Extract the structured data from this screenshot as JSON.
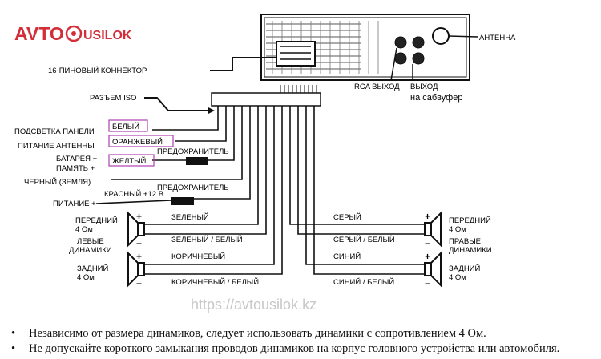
{
  "logo": {
    "part1": "AVTO",
    "part2": "USILOK"
  },
  "labels": {
    "antenna": "АНТЕННА",
    "connector16": "16-ПИНОВЫЙ КОННЕКТОР",
    "rca_out": "RCA ВЫХОД",
    "sub_out_line1": "ВЫХОД",
    "sub_out_line2": "на сабвуфер",
    "iso": "РАЗЪЕМ ISO",
    "panel_light": "ПОДСВЕТКА ПАНЕЛИ",
    "antenna_power": "ПИТАНИЕ АНТЕННЫ",
    "battery_line1": "БАТАРЕЯ +",
    "battery_line2": "ПАМЯТЬ +",
    "ground": "ЧЕРНЫЙ (ЗЕМЛЯ)",
    "power": "ПИТАНИЕ +",
    "fuse1": "ПРЕДОХРАНИТЕЛЬ",
    "fuse2": "ПРЕДОХРАНИТЕЛЬ",
    "red12": "КРАСНЫЙ +12 В"
  },
  "wire_colors": {
    "white": "БЕЛЫЙ",
    "orange": "ОРАНЖЕВЫЙ",
    "yellow": "ЖЕЛТЫЙ",
    "green": "ЗЕЛЕНЫЙ",
    "green_white": "ЗЕЛЕНЫЙ / БЕЛЫЙ",
    "brown": "КОРИЧНЕВЫЙ",
    "brown_white": "КОРИЧНЕВЫЙ / БЕЛЫЙ",
    "gray": "СЕРЫЙ",
    "gray_white": "СЕРЫЙ / БЕЛЫЙ",
    "blue": "СИНИЙ",
    "blue_white": "СИНИЙ / БЕЛЫЙ"
  },
  "speakers": {
    "left_front": [
      "ПЕРЕДНИЙ",
      "4 Ом"
    ],
    "left_group": [
      "ЛЕВЫЕ",
      "ДИНАМИКИ"
    ],
    "left_rear": [
      "ЗАДНИЙ",
      "4 Ом"
    ],
    "right_front": [
      "ПЕРЕДНИЙ",
      "4 Ом"
    ],
    "right_group": [
      "ПРАВЫЕ",
      "ДИНАМИКИ"
    ],
    "right_rear": [
      "ЗАДНИЙ",
      "4 Ом"
    ],
    "plus": "+",
    "minus": "−"
  },
  "watermark": "https://avtousilok.kz",
  "notes": [
    "Независимо от размера динамиков, следует использовать динамики с сопротивлением 4 Ом.",
    "Не допускайте короткого замыкания проводов динамиков на корпус головного устройства или автомобиля."
  ],
  "colors": {
    "logo_red": "#d32f3a",
    "highlight_box": "#b040b0",
    "line": "#111111"
  }
}
